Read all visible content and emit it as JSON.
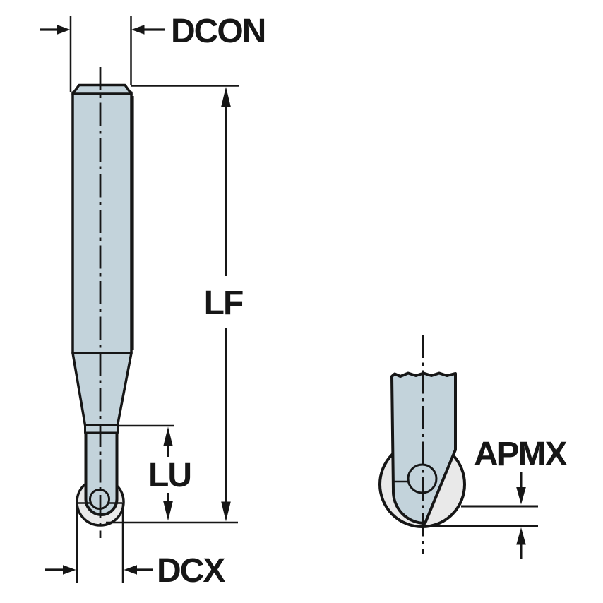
{
  "diagram": {
    "type": "technical-drawing",
    "subject": "ball-nose-end-mill-dimension-diagram",
    "views": {
      "left": "tool-side-view",
      "right": "tool-tip-detail-view"
    },
    "labels": {
      "dcon": "DCON",
      "lf": "LF",
      "lu": "LU",
      "dcx": "DCX",
      "apmx": "APMX"
    },
    "colors": {
      "body_fill": "#c3d3db",
      "ball_fill": "#e9e9e9",
      "ink": "#161616",
      "background": "#ffffff"
    }
  }
}
